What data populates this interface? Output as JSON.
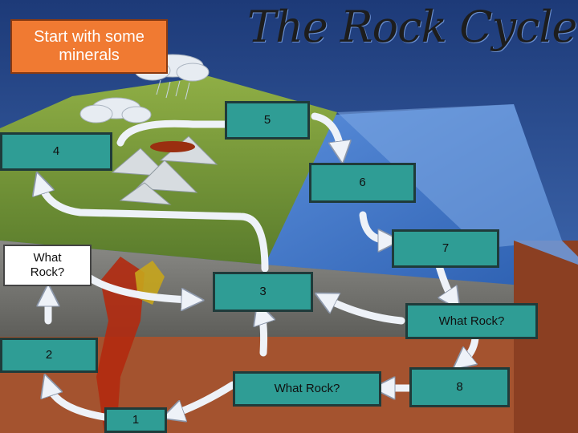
{
  "title": "The Rock Cycle",
  "start_note": "Start with some minerals",
  "boxes": {
    "b1": "1",
    "b2": "2",
    "b3": "3",
    "b4": "4",
    "b5": "5",
    "b6": "6",
    "b7": "7",
    "b8": "8",
    "what_left": "What Rock?",
    "what_right": "What Rock?",
    "what_bottom": "What Rock?"
  },
  "colors": {
    "box_fill": "#2f9d95",
    "note_fill": "#f07a32",
    "ocean": "#3a6fc0",
    "land": "#7c9a3a",
    "arrow": "#eef2f8"
  }
}
